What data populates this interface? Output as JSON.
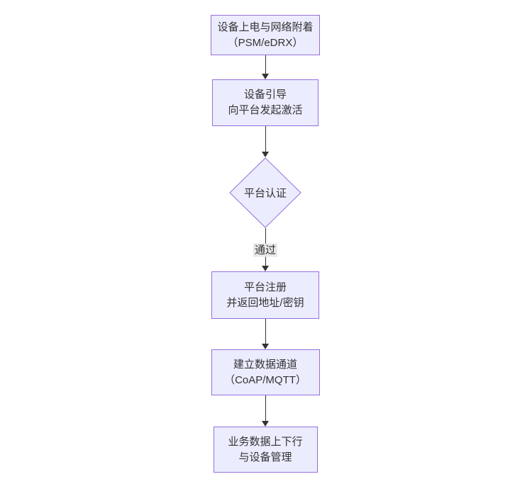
{
  "diagram": {
    "type": "flowchart",
    "direction": "top-down",
    "nodes": [
      {
        "id": "A",
        "shape": "rect",
        "lines": [
          "设备上电与网络附着",
          "（PSM/eDRX）"
        ]
      },
      {
        "id": "B",
        "shape": "rect",
        "lines": [
          "设备引导",
          "向平台发起激活"
        ]
      },
      {
        "id": "C",
        "shape": "diamond",
        "lines": [
          "平台认证"
        ]
      },
      {
        "id": "D",
        "shape": "rect",
        "lines": [
          "平台注册",
          "并返回地址/密钥"
        ]
      },
      {
        "id": "E",
        "shape": "rect",
        "lines": [
          "建立数据通道",
          "（CoAP/MQTT）"
        ]
      },
      {
        "id": "F",
        "shape": "rect",
        "lines": [
          "业务数据上下行",
          "与设备管理"
        ]
      }
    ],
    "edges": [
      {
        "from": "A",
        "to": "B",
        "label": ""
      },
      {
        "from": "B",
        "to": "C",
        "label": ""
      },
      {
        "from": "C",
        "to": "D",
        "label": "通过"
      },
      {
        "from": "D",
        "to": "E",
        "label": ""
      },
      {
        "from": "E",
        "to": "F",
        "label": ""
      }
    ],
    "colors": {
      "node_fill": "#ECECFF",
      "node_border": "#9370DB",
      "edge_line": "#333333",
      "text": "#333333",
      "edge_label_bg": "#e8e8e8",
      "background": "#ffffff"
    }
  }
}
